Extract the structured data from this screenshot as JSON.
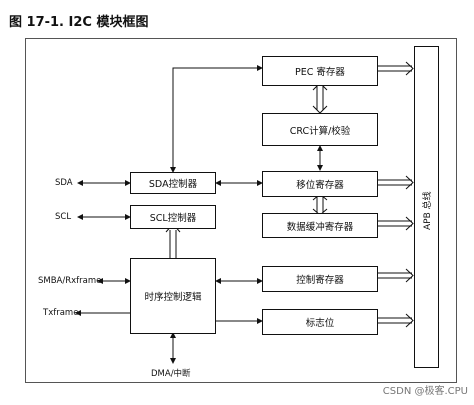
{
  "title": "图 17-1. I2C 模块框图",
  "blocks": {
    "pec": "PEC 寄存器",
    "crc": "CRC计算/校验",
    "shift": "移位寄存器",
    "buffer": "数据缓冲寄存器",
    "sda_ctrl": "SDA控制器",
    "scl_ctrl": "SCL控制器",
    "timing": "时序控制逻辑",
    "ctrl_reg": "控制寄存器",
    "flags": "标志位"
  },
  "bus_label": "APB 总线",
  "signals": {
    "sda": "SDA",
    "scl": "SCL",
    "smba": "SMBA/Rxframe",
    "txframe": "Txframe",
    "dma": "DMA/中断"
  },
  "watermark": "CSDN @极客.CPU"
}
